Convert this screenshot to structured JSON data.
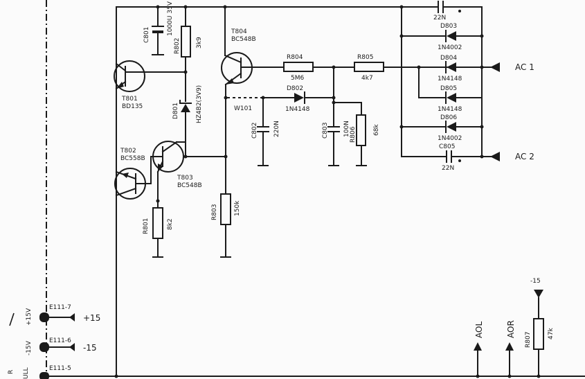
{
  "components": {
    "c801": {
      "ref": "C801",
      "value": "1000U 35V"
    },
    "r802": {
      "ref": "R802",
      "value": "3k9"
    },
    "t804": {
      "ref": "T804",
      "value": "BC548B"
    },
    "r804": {
      "ref": "R804",
      "value": "5M6"
    },
    "r805": {
      "ref": "R805",
      "value": "4k7"
    },
    "c804_top": {
      "value": "22N"
    },
    "d803": {
      "ref": "D803",
      "value": "1N4002"
    },
    "d804": {
      "ref": "D804",
      "value": "1N4148"
    },
    "d805": {
      "ref": "D805",
      "value": "1N4148"
    },
    "d806": {
      "ref": "D806",
      "value": "1N4002"
    },
    "c805": {
      "ref": "C805",
      "value": "22N"
    },
    "t801": {
      "ref": "T801",
      "value": "BD135"
    },
    "d801": {
      "ref": "D801",
      "value": "HZ4B2(3V9)"
    },
    "d802": {
      "ref": "D802",
      "value": "1N4148"
    },
    "w101": {
      "ref": "W101"
    },
    "c802": {
      "ref": "C802",
      "value": "220N"
    },
    "c803": {
      "ref": "C803",
      "value": "100N"
    },
    "r806": {
      "ref": "R806",
      "value": "68k"
    },
    "t802": {
      "ref": "T802",
      "value": "BC558B"
    },
    "t803": {
      "ref": "T803",
      "value": "BC548B"
    },
    "r801": {
      "ref": "R801",
      "value": "8k2"
    },
    "r803": {
      "ref": "R803",
      "value": "150k"
    },
    "r807": {
      "ref": "R807",
      "value": "47k"
    }
  },
  "terminals": {
    "ac1": "AC 1",
    "ac2": "AC 2",
    "plus15": "+15",
    "minus15": "-15",
    "minus15_top": "-15",
    "aol": "AOL",
    "aor": "AOR"
  },
  "connector": {
    "e111_7": "E111-7",
    "e111_6": "E111-6",
    "e111_5": "E111-5",
    "v_plus": "+15V",
    "v_minus": "-15V",
    "side_r": "R",
    "side_ull": "ULL"
  }
}
